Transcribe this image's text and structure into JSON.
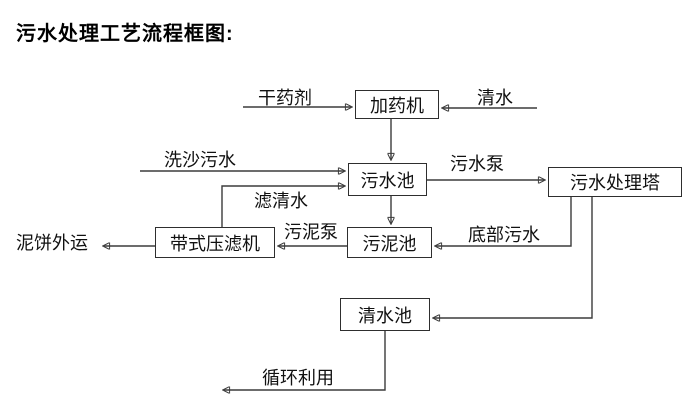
{
  "title": "污水处理工艺流程框图:",
  "diagram": {
    "nodes": {
      "dosing_machine": "加药机",
      "sewage_pool": "污水池",
      "sewage_treatment_tower": "污水处理塔",
      "sludge_pool": "污泥池",
      "belt_filter_press": "带式压滤机",
      "clean_water_pool": "清水池"
    },
    "flow_labels": {
      "dry_agent": "干药剂",
      "clean_water": "清水",
      "sand_washing_sewage": "洗沙污水",
      "sewage_pump": "污水泵",
      "filtered_water": "滤清水",
      "sludge_pump": "污泥泵",
      "bottom_sewage": "底部污水",
      "mud_cake_transport": "泥饼外运",
      "recycling": "循环利用"
    },
    "edges": [
      {
        "from": "dry_agent",
        "to": "dosing_machine",
        "label": "干药剂"
      },
      {
        "from": "clean_water",
        "to": "dosing_machine",
        "label": "清水"
      },
      {
        "from": "dosing_machine",
        "to": "sewage_pool",
        "label": ""
      },
      {
        "from": "sand_washing_sewage",
        "to": "sewage_pool",
        "label": "洗沙污水"
      },
      {
        "from": "belt_filter_press",
        "to": "sewage_pool",
        "label": "滤清水"
      },
      {
        "from": "sewage_pool",
        "to": "sewage_treatment_tower",
        "label": "污水泵"
      },
      {
        "from": "sewage_pool",
        "to": "sludge_pool",
        "label": ""
      },
      {
        "from": "sewage_treatment_tower",
        "to": "sludge_pool",
        "label": "底部污水"
      },
      {
        "from": "sludge_pool",
        "to": "belt_filter_press",
        "label": "污泥泵"
      },
      {
        "from": "belt_filter_press",
        "to": "mud_cake_out",
        "label": "泥饼外运"
      },
      {
        "from": "sewage_treatment_tower",
        "to": "clean_water_pool",
        "label": ""
      },
      {
        "from": "clean_water_pool",
        "to": "recycling_out",
        "label": "循环利用"
      }
    ]
  },
  "colors": {
    "line": "#3b3b3b",
    "text": "#111111",
    "background": "#ffffff"
  }
}
